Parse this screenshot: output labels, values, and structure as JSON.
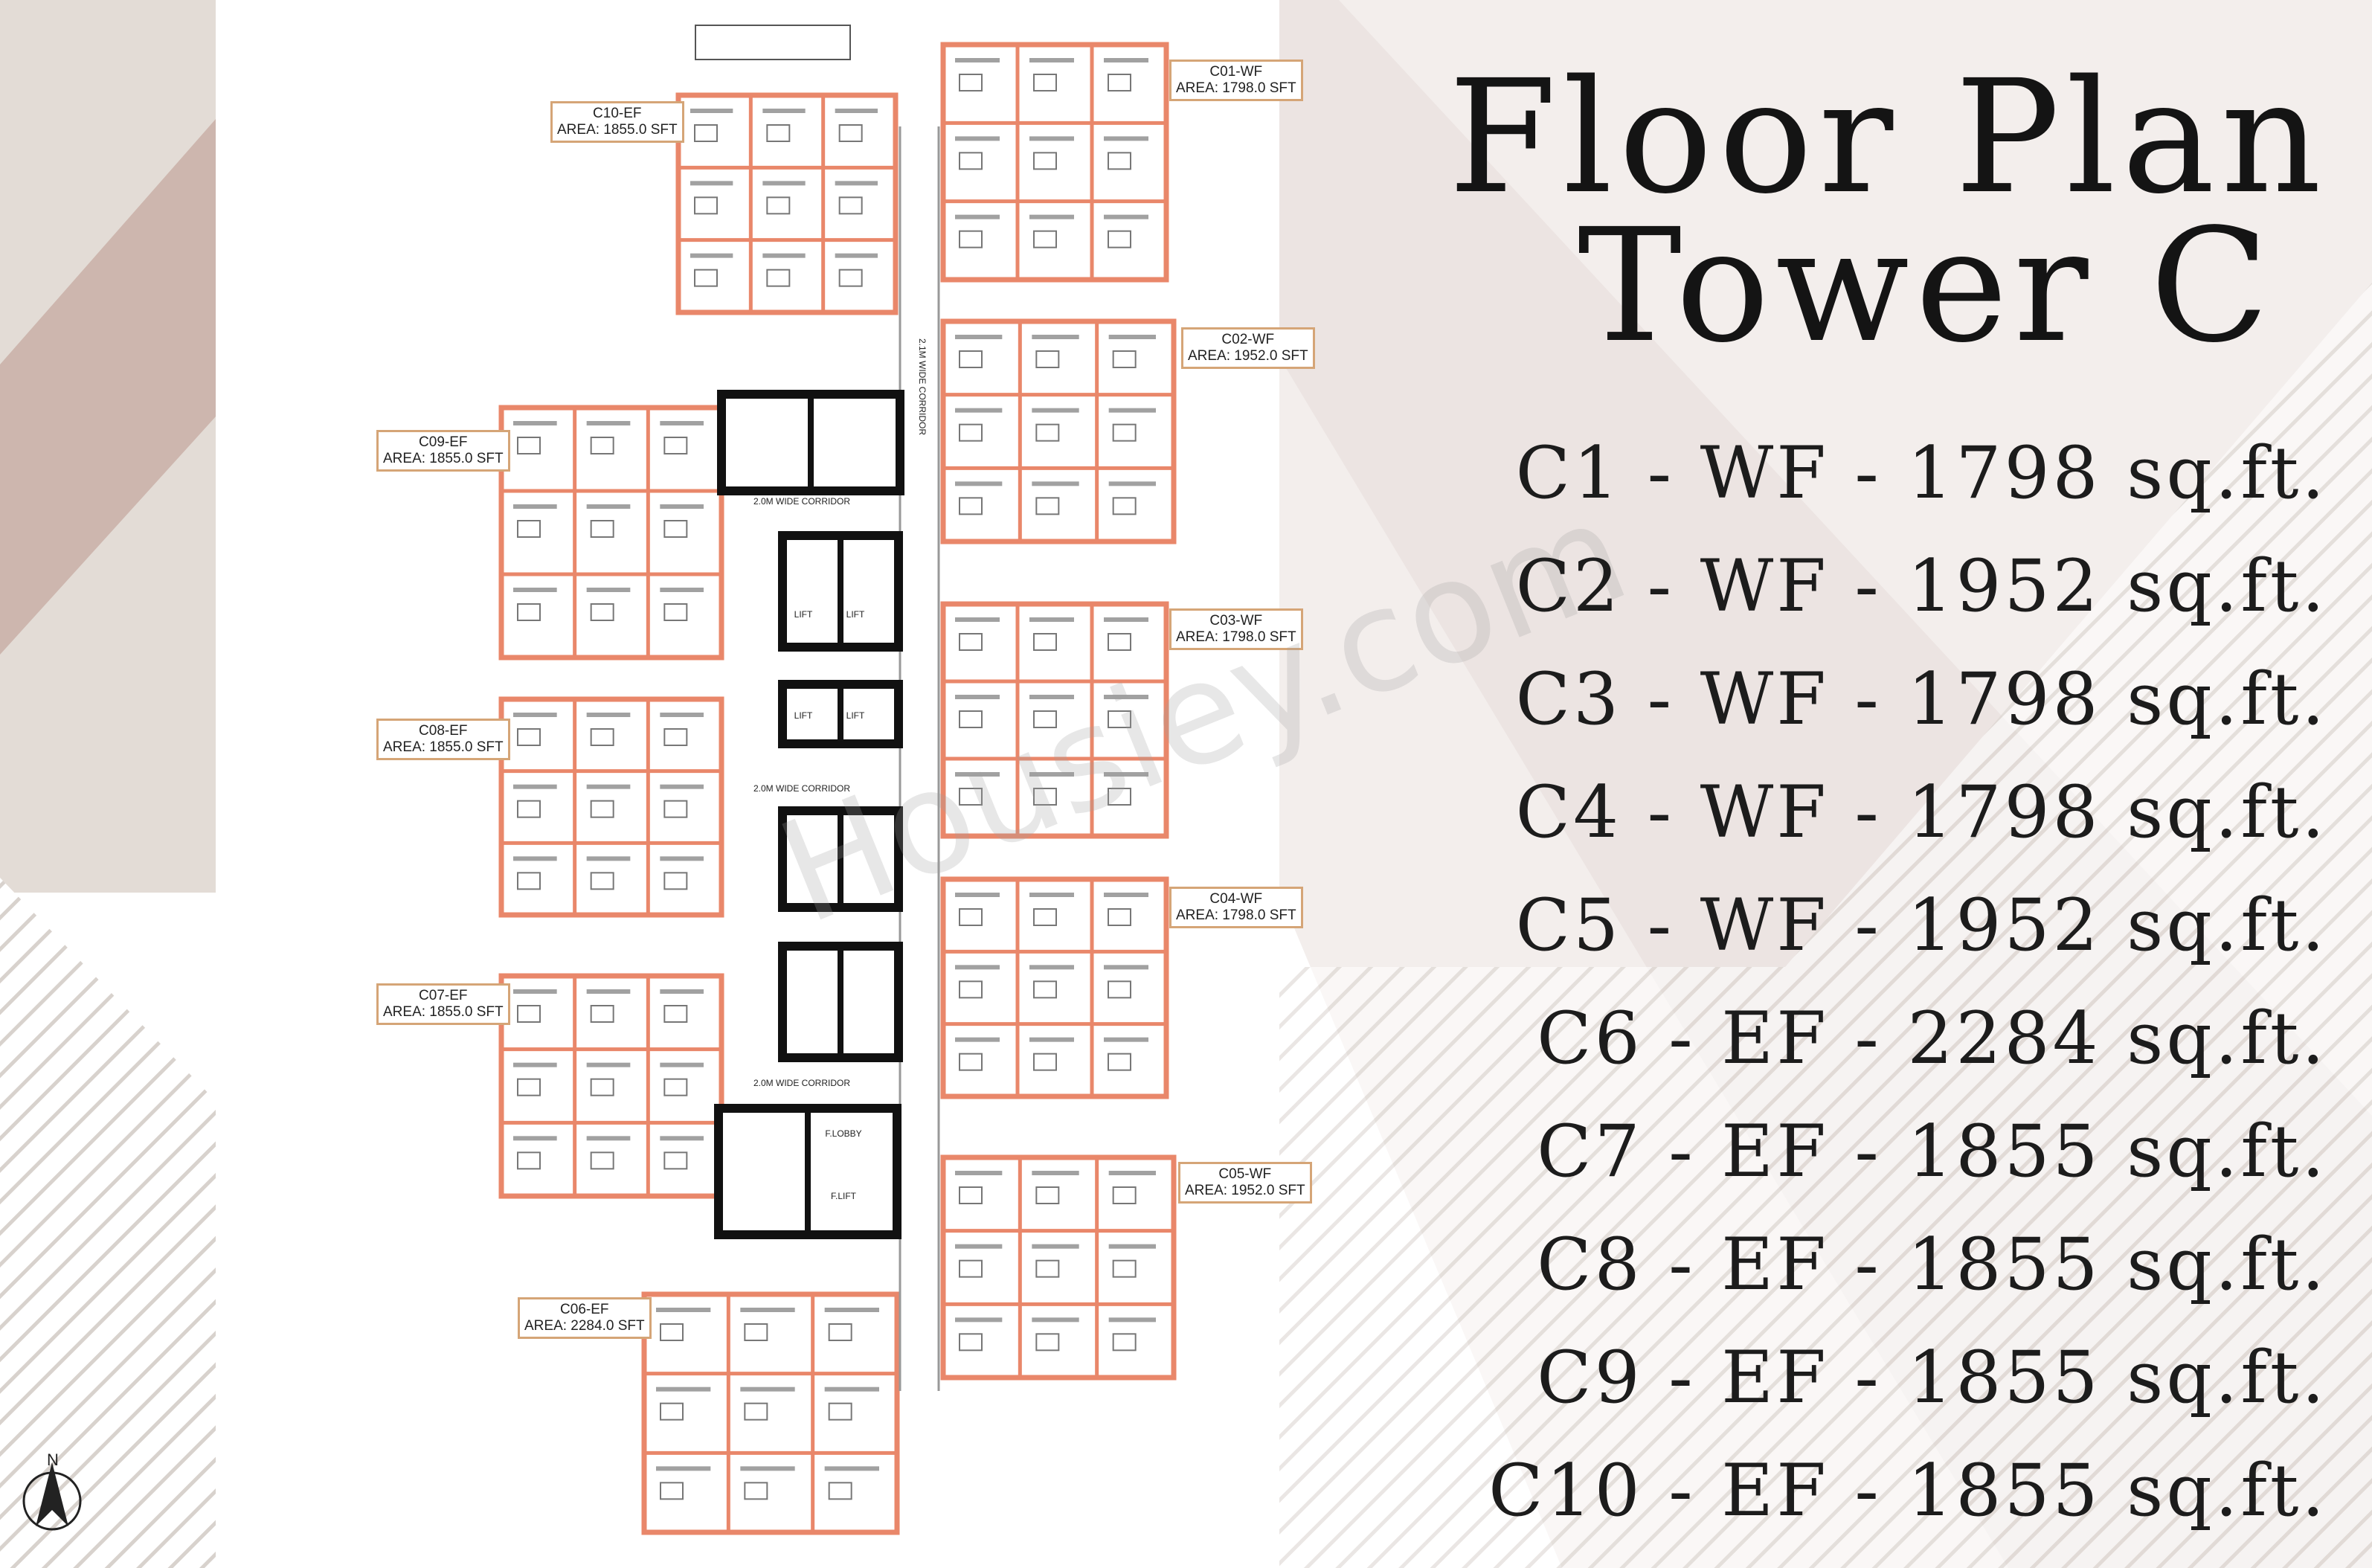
{
  "title": {
    "line1": "Floor Plan",
    "line2": "Tower C"
  },
  "units": [
    "C1 - WF - 1798 sq.ft.",
    "C2 - WF - 1952 sq.ft.",
    "C3 - WF - 1798 sq.ft.",
    "C4 - WF - 1798 sq.ft.",
    "C5 - WF - 1952 sq.ft.",
    "C6 - EF - 2284 sq.ft.",
    "C7 - EF - 1855 sq.ft.",
    "C8 - EF - 1855 sq.ft.",
    "C9 - EF - 1855 sq.ft.",
    "C10 - EF - 1855 sq.ft."
  ],
  "callouts": [
    {
      "id": "c01",
      "name": "C01-WF",
      "area": "AREA: 1798.0 SFT"
    },
    {
      "id": "c02",
      "name": "C02-WF",
      "area": "AREA: 1952.0 SFT"
    },
    {
      "id": "c03",
      "name": "C03-WF",
      "area": "AREA: 1798.0 SFT"
    },
    {
      "id": "c04",
      "name": "C04-WF",
      "area": "AREA: 1798.0 SFT"
    },
    {
      "id": "c05",
      "name": "C05-WF",
      "area": "AREA: 1952.0 SFT"
    },
    {
      "id": "c06",
      "name": "C06-EF",
      "area": "AREA: 2284.0 SFT"
    },
    {
      "id": "c07",
      "name": "C07-EF",
      "area": "AREA: 1855.0 SFT"
    },
    {
      "id": "c08",
      "name": "C08-EF",
      "area": "AREA: 1855.0 SFT"
    },
    {
      "id": "c09",
      "name": "C09-EF",
      "area": "AREA: 1855.0 SFT"
    },
    {
      "id": "c10",
      "name": "C10-EF",
      "area": "AREA: 1855.0 SFT"
    }
  ],
  "core_labels": {
    "lift": "LIFT",
    "fire_lift": "F.LIFT",
    "fire_lobby": "F.LOBBY",
    "corridor": "2.0M WIDE CORRIDOR",
    "passage": "2.1M WIDE CORRIDOR"
  },
  "north_label": "N",
  "watermark": "Housiey.com",
  "colors": {
    "wall": "#e9876a",
    "core": "#111111",
    "callout_border": "#d5a577",
    "bg_left": "#e3dcd6",
    "bg_left_dark": "#cdb6ae",
    "bg_right": "#efe7e5"
  }
}
